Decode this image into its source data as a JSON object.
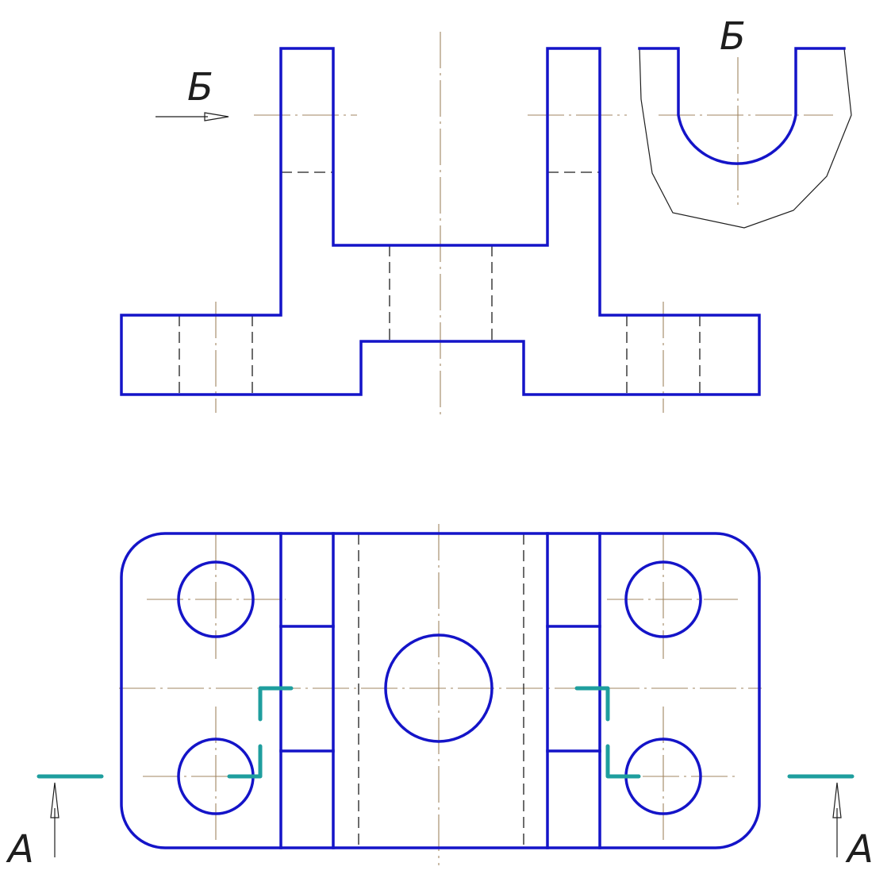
{
  "labels": {
    "view_b_arrow": "Б",
    "view_b_title": "Б",
    "section_a_left": "А",
    "section_a_right": "А"
  },
  "colors": {
    "outline": "#1414c8",
    "thin_line": "#1e1e1e",
    "center_line": "#a08560",
    "cutting_plane": "#1e9e9e",
    "background": "#ffffff"
  }
}
